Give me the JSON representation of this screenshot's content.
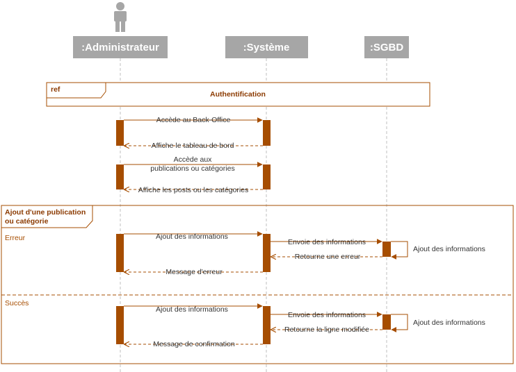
{
  "lifelines": {
    "admin": ":Administrateur",
    "systeme": ":Système",
    "sgbd": ":SGBD"
  },
  "ref": {
    "tag": "ref",
    "title": "Authentification"
  },
  "messages": {
    "m1": "Accède au Back-Office",
    "m2": "Affiche le tableau de bord",
    "m3_line1": "Accède aux",
    "m3_line2": "publications ou catégories",
    "m4": "Affiche les posts ou les catégories"
  },
  "fragment": {
    "title_line1": "Ajout d'une publication",
    "title_line2": "ou catégorie",
    "guard_error": "Erreur",
    "guard_success": "Succès"
  },
  "error_branch": {
    "m1": "Ajout des informations",
    "m2": "Envoie des informations",
    "m3": "Ajout des informations",
    "m4": "Retourne une erreur",
    "m5": "Message d'erreur"
  },
  "success_branch": {
    "m1": "Ajout des informations",
    "m2": "Envoie des informations",
    "m3": "Ajout des informations",
    "m4": "Retourne la ligne modifiée",
    "m5": "Message de confirmation"
  },
  "colors": {
    "accent": "#a64d00",
    "lifeline_head": "#a6a6a6",
    "actor": "#a6a6a6"
  }
}
